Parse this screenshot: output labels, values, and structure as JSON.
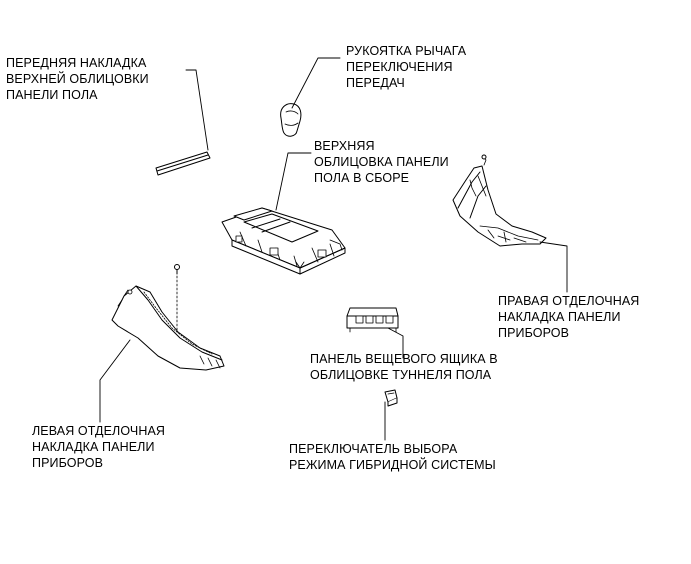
{
  "labels": {
    "front_trim": "ПЕРЕДНЯЯ НАКЛАДКА\nВЕРХНЕЙ ОБЛИЦОВКИ\nПАНЕЛИ ПОЛА",
    "shift_knob": "РУКОЯТКА РЫЧАГА\nПЕРЕКЛЮЧЕНИЯ\nПЕРЕДАЧ",
    "upper_console": "ВЕРХНЯЯ\nОБЛИЦОВКА ПАНЕЛИ\nПОЛА В СБОРЕ",
    "right_trim": "ПРАВАЯ ОТДЕЛОЧНАЯ\nНАКЛАДКА ПАНЕЛИ\nПРИБОРОВ",
    "tray_panel": "ПАНЕЛЬ ВЕЩЕВОГО ЯЩИКА В\nОБЛИЦОВКЕ ТУННЕЛЯ ПОЛА",
    "left_trim": "ЛЕВАЯ ОТДЕЛОЧНАЯ\nНАКЛАДКА ПАНЕЛИ\nПРИБОРОВ",
    "hybrid_switch": "ПЕРЕКЛЮЧАТЕЛЬ ВЫБОРА\nРЕЖИМА ГИБРИДНОЙ СИСТЕМЫ"
  }
}
